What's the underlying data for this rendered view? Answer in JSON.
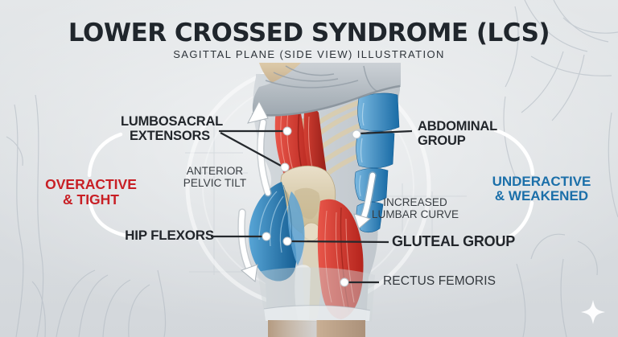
{
  "header": {
    "title": "LOWER CROSSED SYNDROME (LCS)",
    "subtitle": "SAGITTAL PLANE (SIDE VIEW) ILLUSTRATION"
  },
  "labels": {
    "lumbosacral_extensors": {
      "line1": "LUMBOSACRAL",
      "line2": "EXTENSORS"
    },
    "abdominal_group": {
      "line1": "ABDOMINAL",
      "line2": "GROUP"
    },
    "hip_flexors": {
      "text": "HIP FLEXORS"
    },
    "gluteal_group": {
      "text": "GLUTEAL GROUP"
    },
    "rectus_femoris": {
      "text": "RECTUS FEMORIS"
    },
    "anterior_pelvic_tilt": {
      "line1": "ANTERIOR",
      "line2": "PELVIC TILT"
    },
    "increased_lumbar_curve": {
      "line1": "INCREASED",
      "line2": "LUMBAR CURVE"
    },
    "overactive_tight": {
      "line1": "OVERACTIVE",
      "line2": "& TIGHT"
    },
    "underactive_weakened": {
      "line1": "UNDERACTIVE",
      "line2": "& WEAKENED"
    }
  },
  "colors": {
    "overactive_red": "#c81f25",
    "underactive_blue": "#1b6fa9",
    "muscle_red": "#d23b2f",
    "muscle_blue": "#2f85bd",
    "bone_tan": "#d6c9ab",
    "background": "#dde0e3",
    "title_ink": "#20262c"
  },
  "icons": {
    "sparkle": "four-point-sparkle-logo"
  }
}
